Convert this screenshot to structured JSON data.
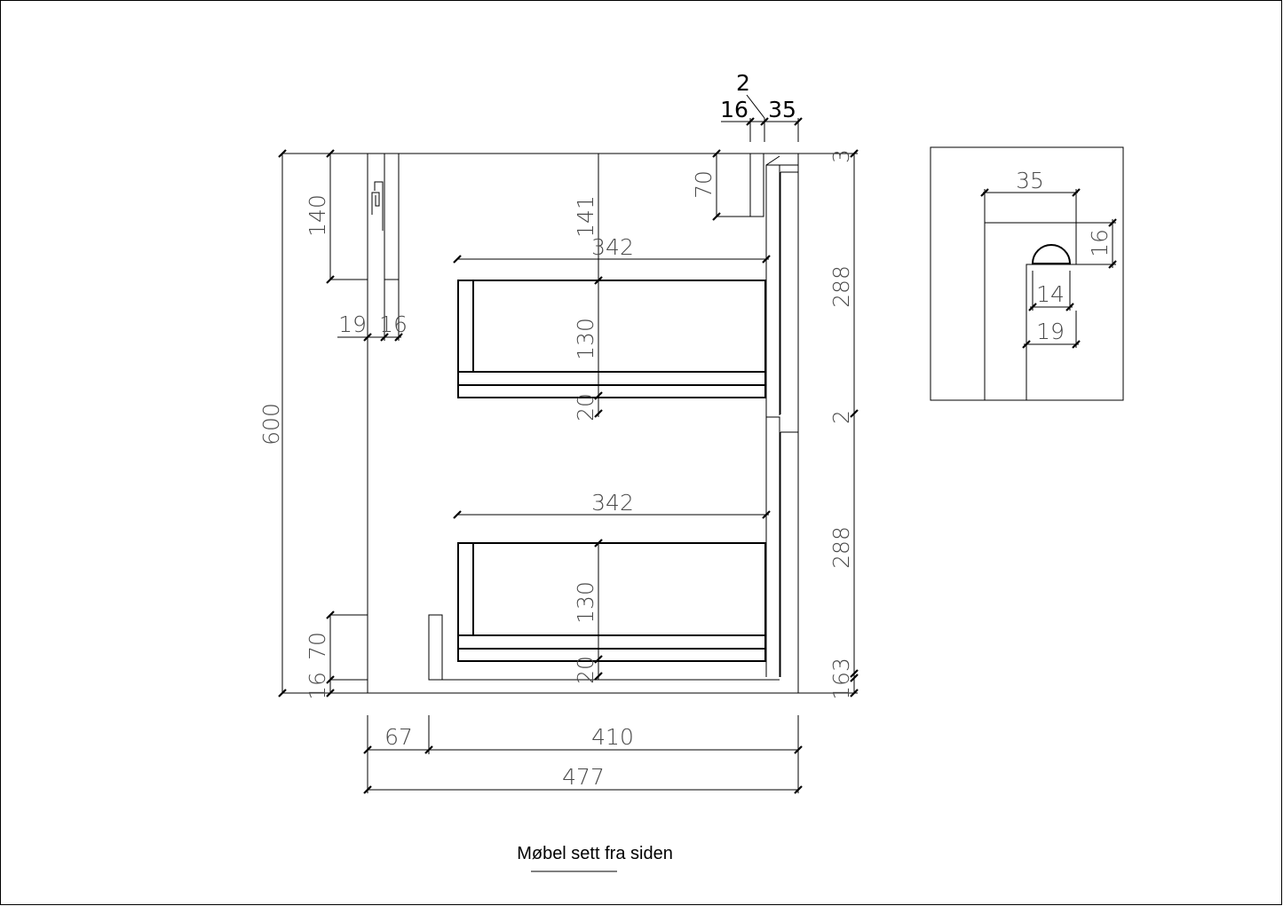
{
  "title": "Møbel sett fra siden",
  "dimensions": {
    "total_height": "600",
    "top_rail_height": "140",
    "foot_height": "70",
    "foot_base": "16",
    "top_gap": "141",
    "rail_top": "70",
    "offset_19": "19",
    "offset_16": "16",
    "drawer_depth_upper": "342",
    "drawer_depth_lower": "342",
    "drawer_height_upper": "130",
    "drawer_height_lower": "130",
    "drawer_bottom_upper": "20",
    "drawer_bottom_lower": "20",
    "front_gap_top": "3",
    "front_height_upper": "288",
    "front_gap_mid": "2",
    "front_height_lower": "288",
    "front_gap_bottom": "3",
    "plinth_bottom": "16",
    "top_2": "2",
    "top_16": "16",
    "top_35": "35",
    "width_67": "67",
    "width_410": "410",
    "width_477": "477"
  },
  "detail": {
    "width_35": "35",
    "height_16": "16",
    "width_14": "14",
    "width_19": "19"
  }
}
